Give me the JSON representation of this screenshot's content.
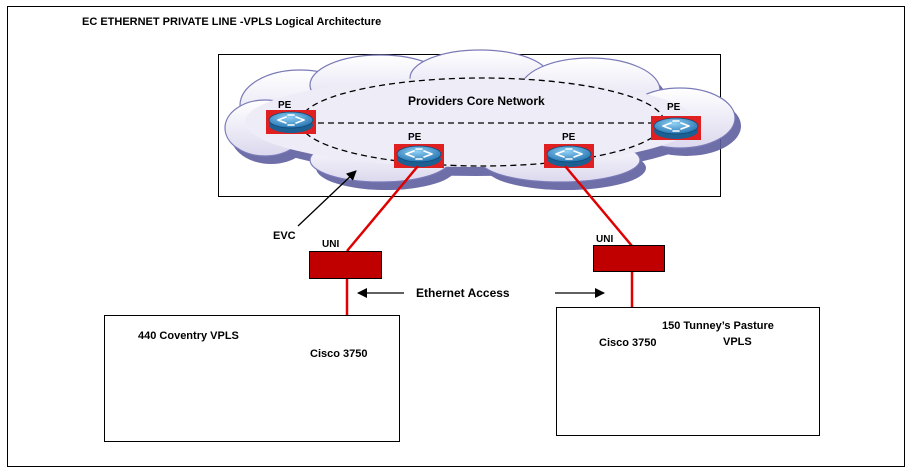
{
  "title": "EC ETHERNET PRIVATE LINE -VPLS Logical Architecture",
  "core": {
    "label": "Providers Core Network"
  },
  "pe_label": "PE",
  "routers": [
    {
      "id": "pe-left",
      "label": "PE"
    },
    {
      "id": "pe-center-left",
      "label": "PE"
    },
    {
      "id": "pe-center-right",
      "label": "PE"
    },
    {
      "id": "pe-right",
      "label": "PE"
    }
  ],
  "evc_label": "EVC",
  "uni_left_label": "UNI",
  "uni_right_label": "UNI",
  "access_label": "Ethernet Access",
  "site_left": {
    "name": "440 Coventry VPLS",
    "device": "Cisco 3750"
  },
  "site_right": {
    "name_line1": "150 Tunney’s Pasture",
    "name_line2": "VPLS",
    "device": "Cisco 3750"
  },
  "colors": {
    "link": "#e00000",
    "uni_fill": "#c00000",
    "cloud_fill": "#eceaf6",
    "cloud_shadow": "#5a5a9a",
    "router_body": "#2f8fcf",
    "router_frame": "#e02020"
  },
  "icons": {
    "router": "router-icon",
    "arrow": "double-arrow-icon"
  }
}
